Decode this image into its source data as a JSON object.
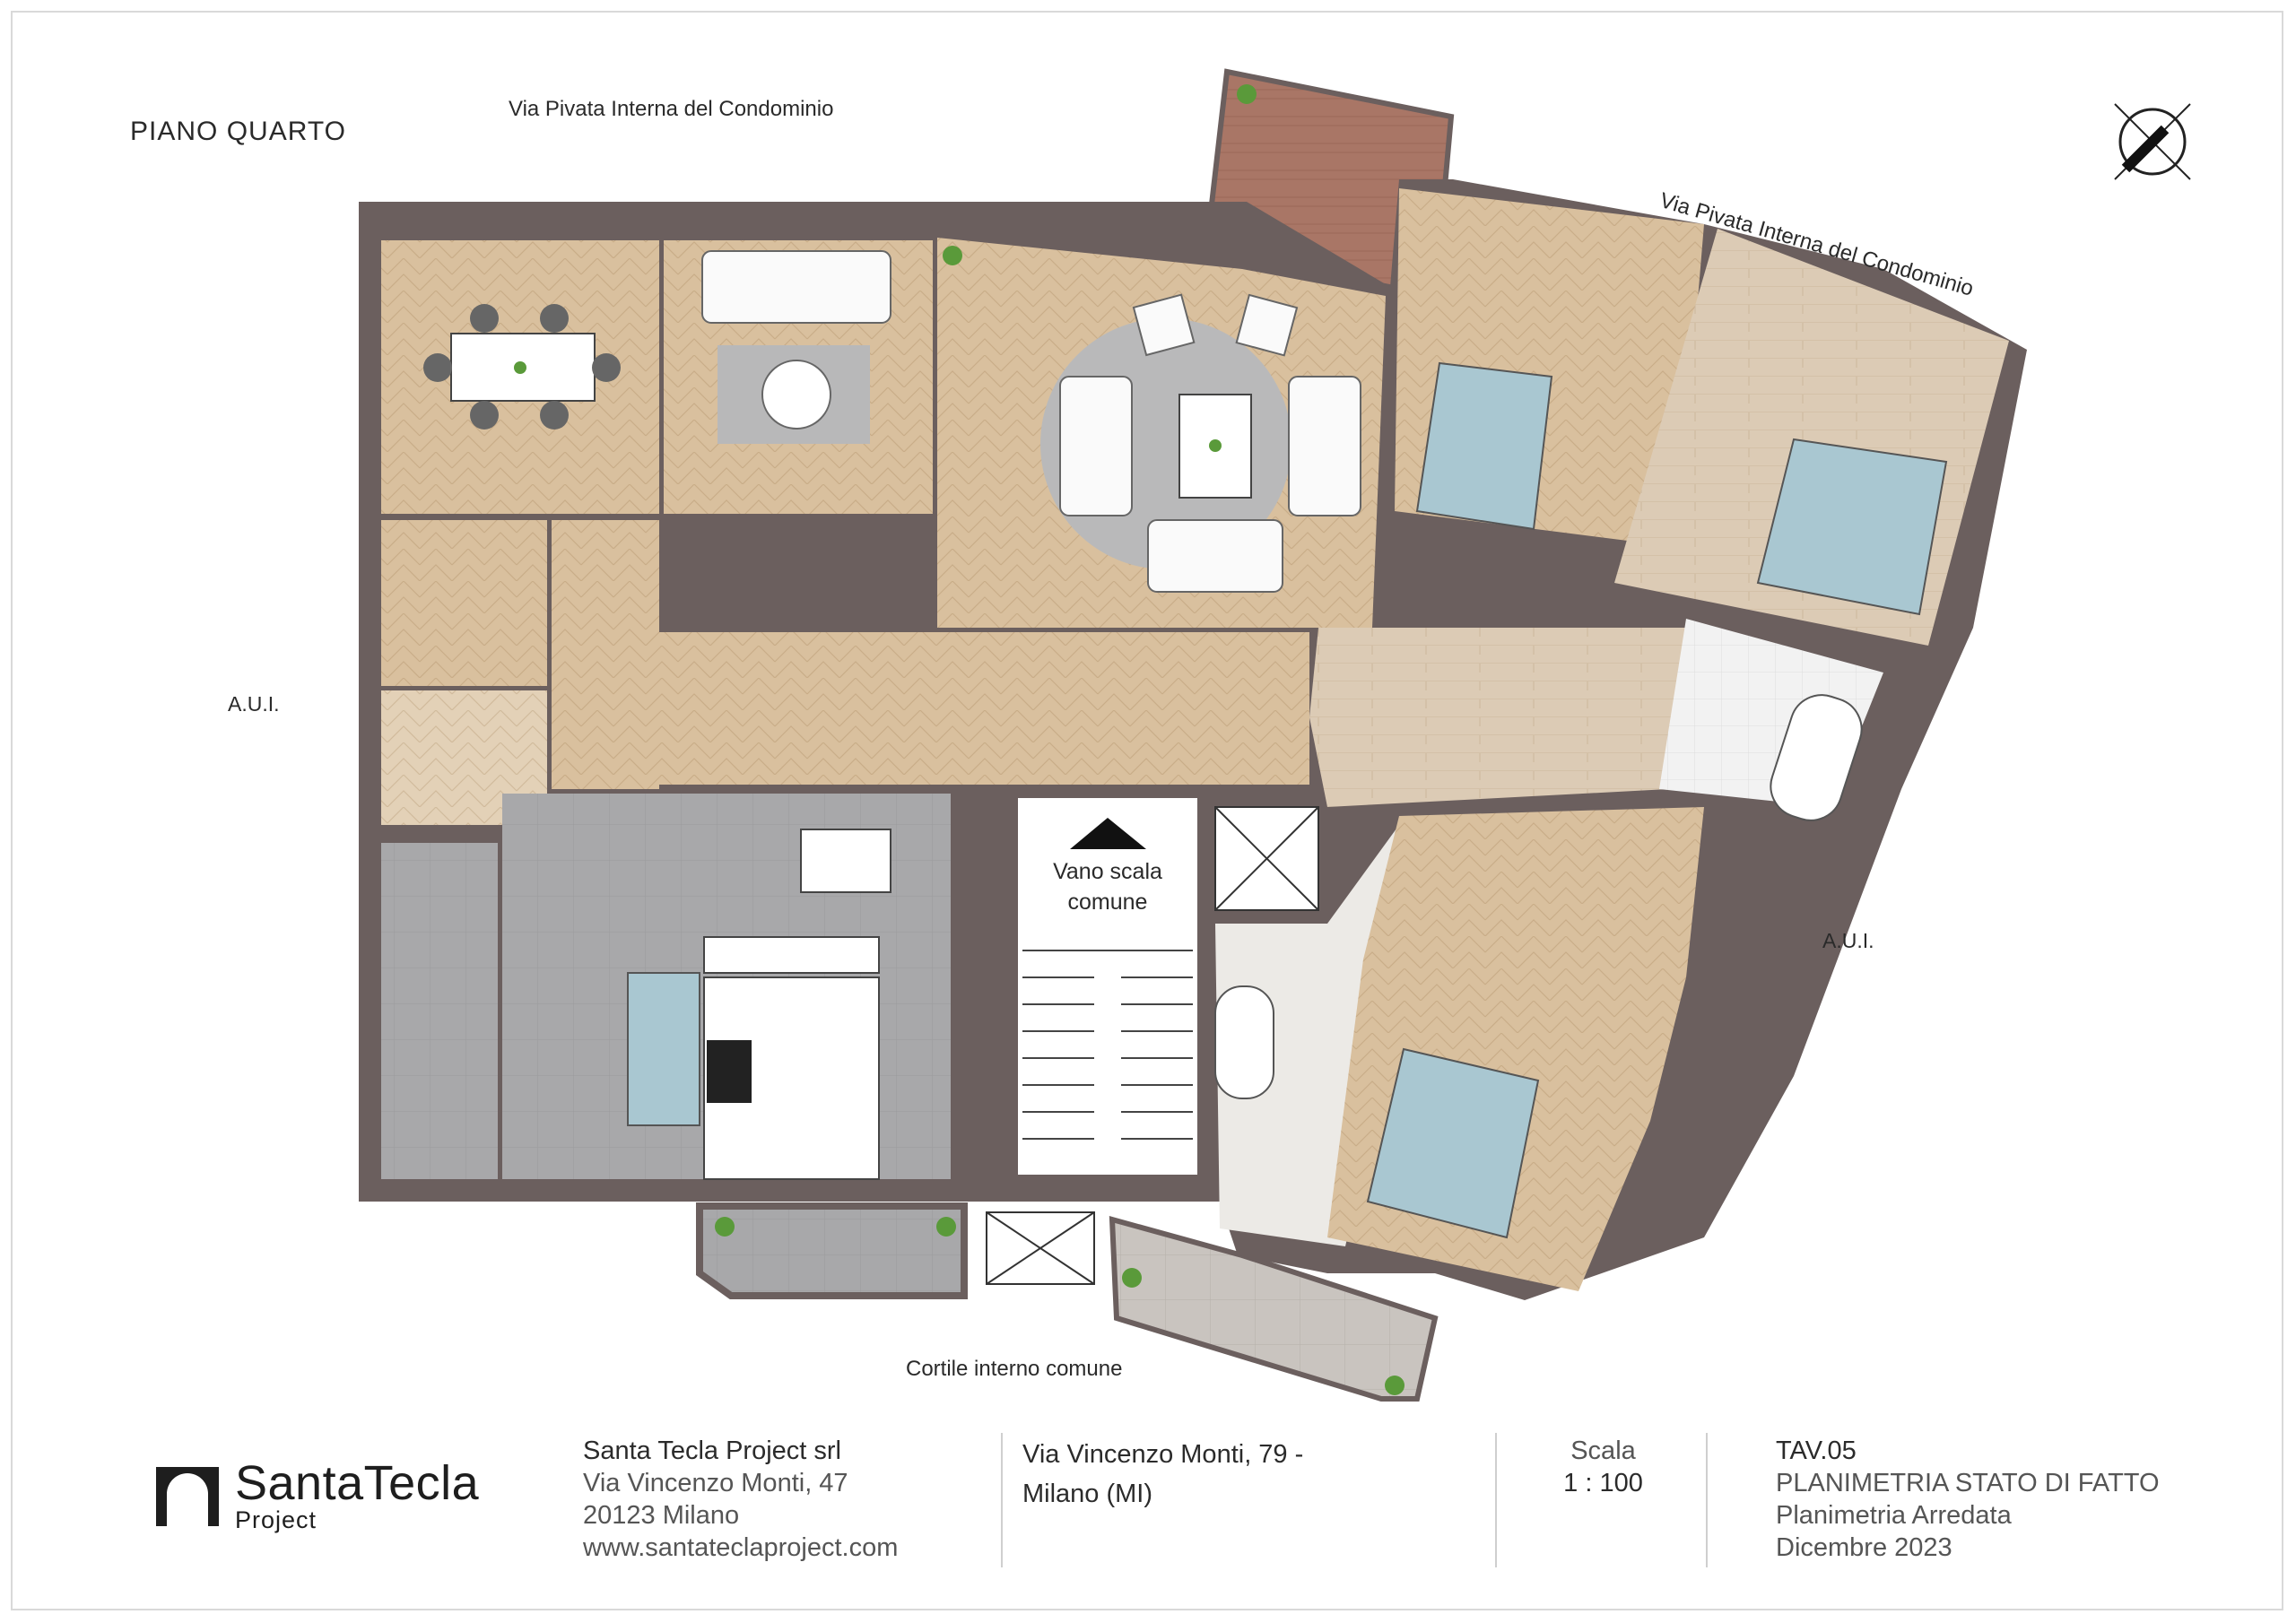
{
  "plan": {
    "floor_label": "PIANO QUARTO",
    "street_top": "Via Pivata Interna del Condominio",
    "street_right": "Via Pivata Interna del Condominio",
    "aui_left": "A.U.I.",
    "aui_right": "A.U.I.",
    "courtyard": "Cortile interno comune",
    "stair_line1": "Vano scala",
    "stair_line2": "comune"
  },
  "title_block": {
    "company": {
      "name": "Santa Tecla Project srl",
      "address": "Via Vincenzo Monti, 47",
      "city": "20123 Milano",
      "website": "www.santateclaproject.com"
    },
    "site": {
      "line1": "Via Vincenzo Monti, 79 -",
      "line2": "Milano (MI)"
    },
    "scale": {
      "label": "Scala",
      "value": "1 : 100"
    },
    "drawing": {
      "code": "TAV.05",
      "title": "PLANIMETRIA STATO DI FATTO",
      "subtitle": "Planimetria Arredata",
      "date": "Dicembre 2023"
    },
    "logo": {
      "name": "SantaTecla",
      "sub": "Project"
    }
  },
  "colors": {
    "wall": "#6b5f5e",
    "parquet": "#d8bf9c",
    "parquet_light": "#e2cfb4",
    "tile_grey": "#a9a9ab",
    "marble": "#ecebe8",
    "terrace": "#a87565",
    "bed": "#a9c7d1",
    "rug": "#b9b9ba",
    "plant": "#5a9a3a"
  },
  "icons": [
    "compass-icon",
    "stair-arrow-icon",
    "plant-icon",
    "logo-arch-icon"
  ]
}
